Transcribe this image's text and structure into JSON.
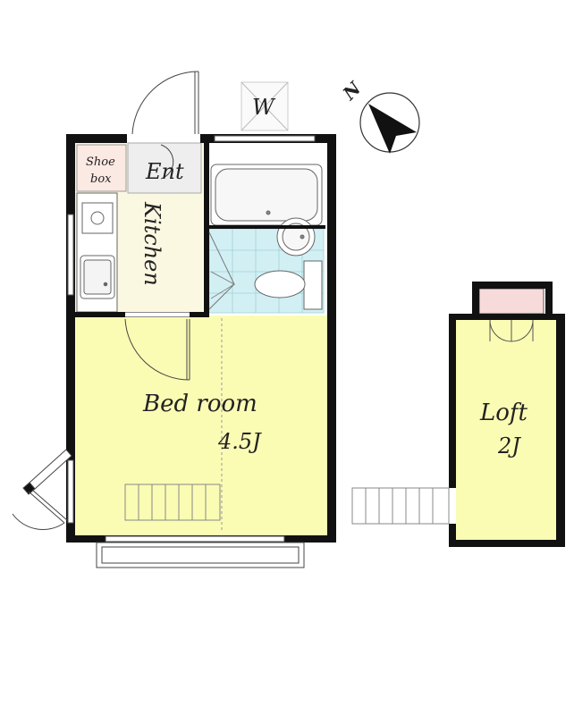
{
  "labels": {
    "entrance": "Ent",
    "shoe_box_line1": "Shoe",
    "shoe_box_line2": "box",
    "kitchen": "Kitchen",
    "bedroom": "Bed room",
    "bedroom_size": "4.5J",
    "loft": "Loft",
    "loft_size": "2J",
    "washer": "W",
    "north": "N"
  },
  "colors": {
    "wall": "#111111",
    "room_fill": "#fafcb4",
    "kitchen_fill": "#fbf8e2",
    "bath_tile": "#d2f0f4",
    "entrance_fill": "#eeeeee",
    "shoe_box_fill": "#fbe9e4",
    "closet_fill": "#f7dada"
  }
}
